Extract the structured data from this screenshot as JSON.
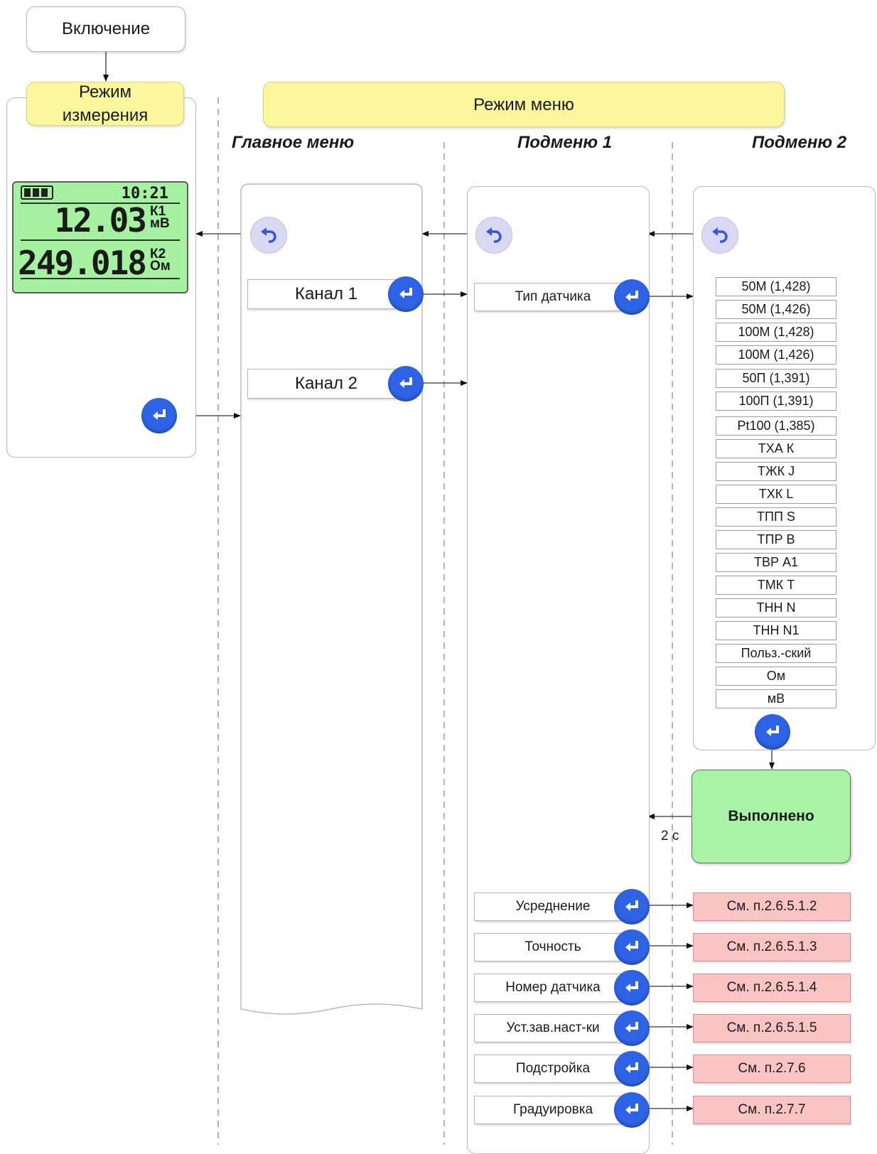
{
  "start": {
    "label": "Включение"
  },
  "measure_mode": {
    "label": "Режим измерения"
  },
  "menu_mode": {
    "label": "Режим меню"
  },
  "columns": {
    "main_menu": "Главное меню",
    "submenu1": "Подменю 1",
    "submenu2": "Подменю 2"
  },
  "display": {
    "time": "10:21",
    "value1": "12.03",
    "channel1": "К1",
    "unit1": "мВ",
    "value2": "249.018",
    "channel2": "К2",
    "unit2": "Ом"
  },
  "main_menu_items": [
    "Канал 1",
    "Канал 2"
  ],
  "submenu1_items": [
    "Тип датчика",
    "Усреднение",
    "Точность",
    "Номер датчика",
    "Уст.зав.наст-ки",
    "Подстройка",
    "Градуировка"
  ],
  "sensor_types": [
    "50М (1,428)",
    "50М (1,426)",
    "100М (1,428)",
    "100М (1,426)",
    "50П (1,391)",
    "100П (1,391)",
    "Pt100 (1,385)",
    "ТХА К",
    "ТЖК J",
    "ТХК L",
    "ТПП S",
    "ТПР B",
    "ТВР А1",
    "ТМК Т",
    "ТНН N",
    "ТНН N1",
    "Польз.-ский",
    "Ом",
    "мВ"
  ],
  "done": {
    "label": "Выполнено",
    "delay": "2 с"
  },
  "references": [
    "См. п.2.6.5.1.2",
    "См. п.2.6.5.1.3",
    "См. п.2.6.5.1.4",
    "См. п.2.6.5.1.5",
    "См. п.2.7.6",
    "См. п.2.7.7"
  ],
  "colors": {
    "enter_button": "#2f63e6",
    "back_button": "#dad9f3",
    "mode_header": "#fbf79c",
    "lcd": "#a6f0a1",
    "reference": "#fbc4c4",
    "done": "#a8f3a6"
  },
  "icons": {
    "enter": "enter-return-icon",
    "back": "undo-back-icon"
  }
}
